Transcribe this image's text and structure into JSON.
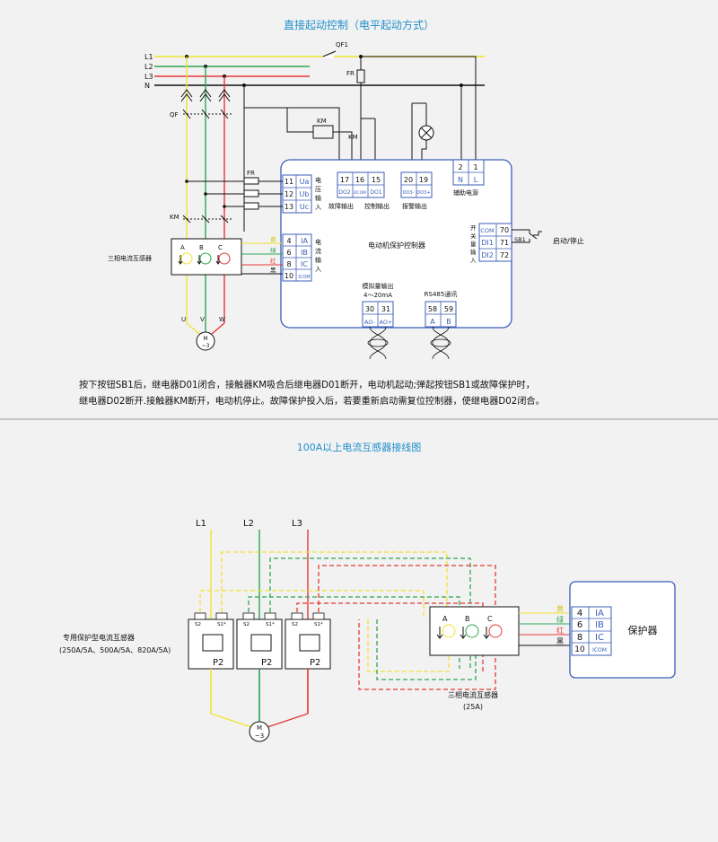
{
  "colors": {
    "background": "#f2f2f3",
    "title": "#1f8fc9",
    "box_border": "#3b5eb7",
    "l1_yellow": "#f1e331",
    "l2_green": "#2fa553",
    "l3_red": "#e53935",
    "black_wire": "#111111"
  },
  "section1": {
    "title": "直接起动控制（电平起动方式）",
    "lines": {
      "l1": "L1",
      "l2": "L2",
      "l3": "L3",
      "n": "N"
    },
    "labels": {
      "qf1": "QF1",
      "fr_top": "FR",
      "qf": "QF",
      "km_coil": "KM",
      "km_contact": "KM",
      "fr_left": "FR",
      "km_left": "KM",
      "ct_label": "三相电流互感器",
      "ct_a": "A",
      "ct_b": "B",
      "ct_c": "C",
      "u": "U",
      "v": "V",
      "w": "W",
      "motor": "M",
      "motor_sym": "~3"
    },
    "controller": {
      "name": "电动机保护控制器",
      "voltage_terms": [
        {
          "num": "11",
          "sig": "Ua"
        },
        {
          "num": "12",
          "sig": "Ub"
        },
        {
          "num": "13",
          "sig": "Uc"
        }
      ],
      "voltage_caption": [
        "电",
        "压",
        "输",
        "入"
      ],
      "current_terms": [
        {
          "color_word": "黄",
          "num": "4",
          "sig": "IA"
        },
        {
          "color_word": "绿",
          "num": "6",
          "sig": "IB"
        },
        {
          "color_word": "红",
          "num": "8",
          "sig": "IC"
        },
        {
          "color_word": "黑",
          "num": "10",
          "sig": "ICOM"
        }
      ],
      "current_caption": [
        "电",
        "流",
        "输",
        "入"
      ],
      "top_terms_a": {
        "nums": [
          "17",
          "16",
          "15"
        ],
        "sigs": [
          "DO2",
          "DCOM",
          "DO1"
        ]
      },
      "top_terms_b": {
        "nums": [
          "20",
          "19"
        ],
        "sigs": [
          "DO3-",
          "DO3+"
        ]
      },
      "top_terms_c": {
        "nums": [
          "2",
          "1"
        ],
        "sigs": [
          "N",
          "L"
        ]
      },
      "cap_fault": "故障输出",
      "cap_ctrl": "控制输出",
      "cap_alarm": "报警输出",
      "cap_aux": "辅助电源",
      "switch_terms": [
        {
          "sig": "COM",
          "num": "70"
        },
        {
          "sig": "DI1",
          "num": "71"
        },
        {
          "sig": "DI2",
          "num": "72"
        }
      ],
      "switch_caption": [
        "开",
        "关",
        "量",
        "输",
        "入"
      ],
      "sb1": "SB1",
      "start_stop": "启动/停止",
      "analog_caption1": "模拟量输出",
      "analog_caption2": "4～20mA",
      "analog_terms": {
        "nums": [
          "30",
          "31"
        ],
        "sigs": [
          "AO-",
          "AO+"
        ]
      },
      "rs485_caption": "RS485通讯",
      "rs485_terms": {
        "nums": [
          "58",
          "59"
        ],
        "sigs": [
          "A",
          "B"
        ]
      }
    },
    "description": [
      "按下按钮SB1后，继电器D01闭合，接触器KM吸合后继电器D01断开，电动机起动;弹起按钮SB1或故障保护时，",
      "继电器D02断开.接触器KM断开，电动机停止。故障保护投入后，若要重新启动需复位控制器，使继电器D02闭合。"
    ]
  },
  "section2": {
    "title": "100A以上电流互感器接线图",
    "lines": {
      "l1": "L1",
      "l2": "L2",
      "l3": "L3"
    },
    "special_ct_label1": "专用保护型电流互感器",
    "special_ct_label2": "(250A/5A、500A/5A、820A/5A)",
    "ct_terms": {
      "s2": "S2",
      "s1": "S1*",
      "p2": "P2"
    },
    "ct3": {
      "a": "A",
      "b": "B",
      "c": "C",
      "label1": "三相电流互感器",
      "label2": "(25A)"
    },
    "motor": "M",
    "motor_sym": "~3",
    "protector": {
      "name": "保护器",
      "terms": [
        {
          "color_word": "黄",
          "num": "4",
          "sig": "IA"
        },
        {
          "color_word": "绿",
          "num": "6",
          "sig": "IB"
        },
        {
          "color_word": "红",
          "num": "8",
          "sig": "IC"
        },
        {
          "color_word": "黑",
          "num": "10",
          "sig": "ICOM"
        }
      ]
    }
  }
}
